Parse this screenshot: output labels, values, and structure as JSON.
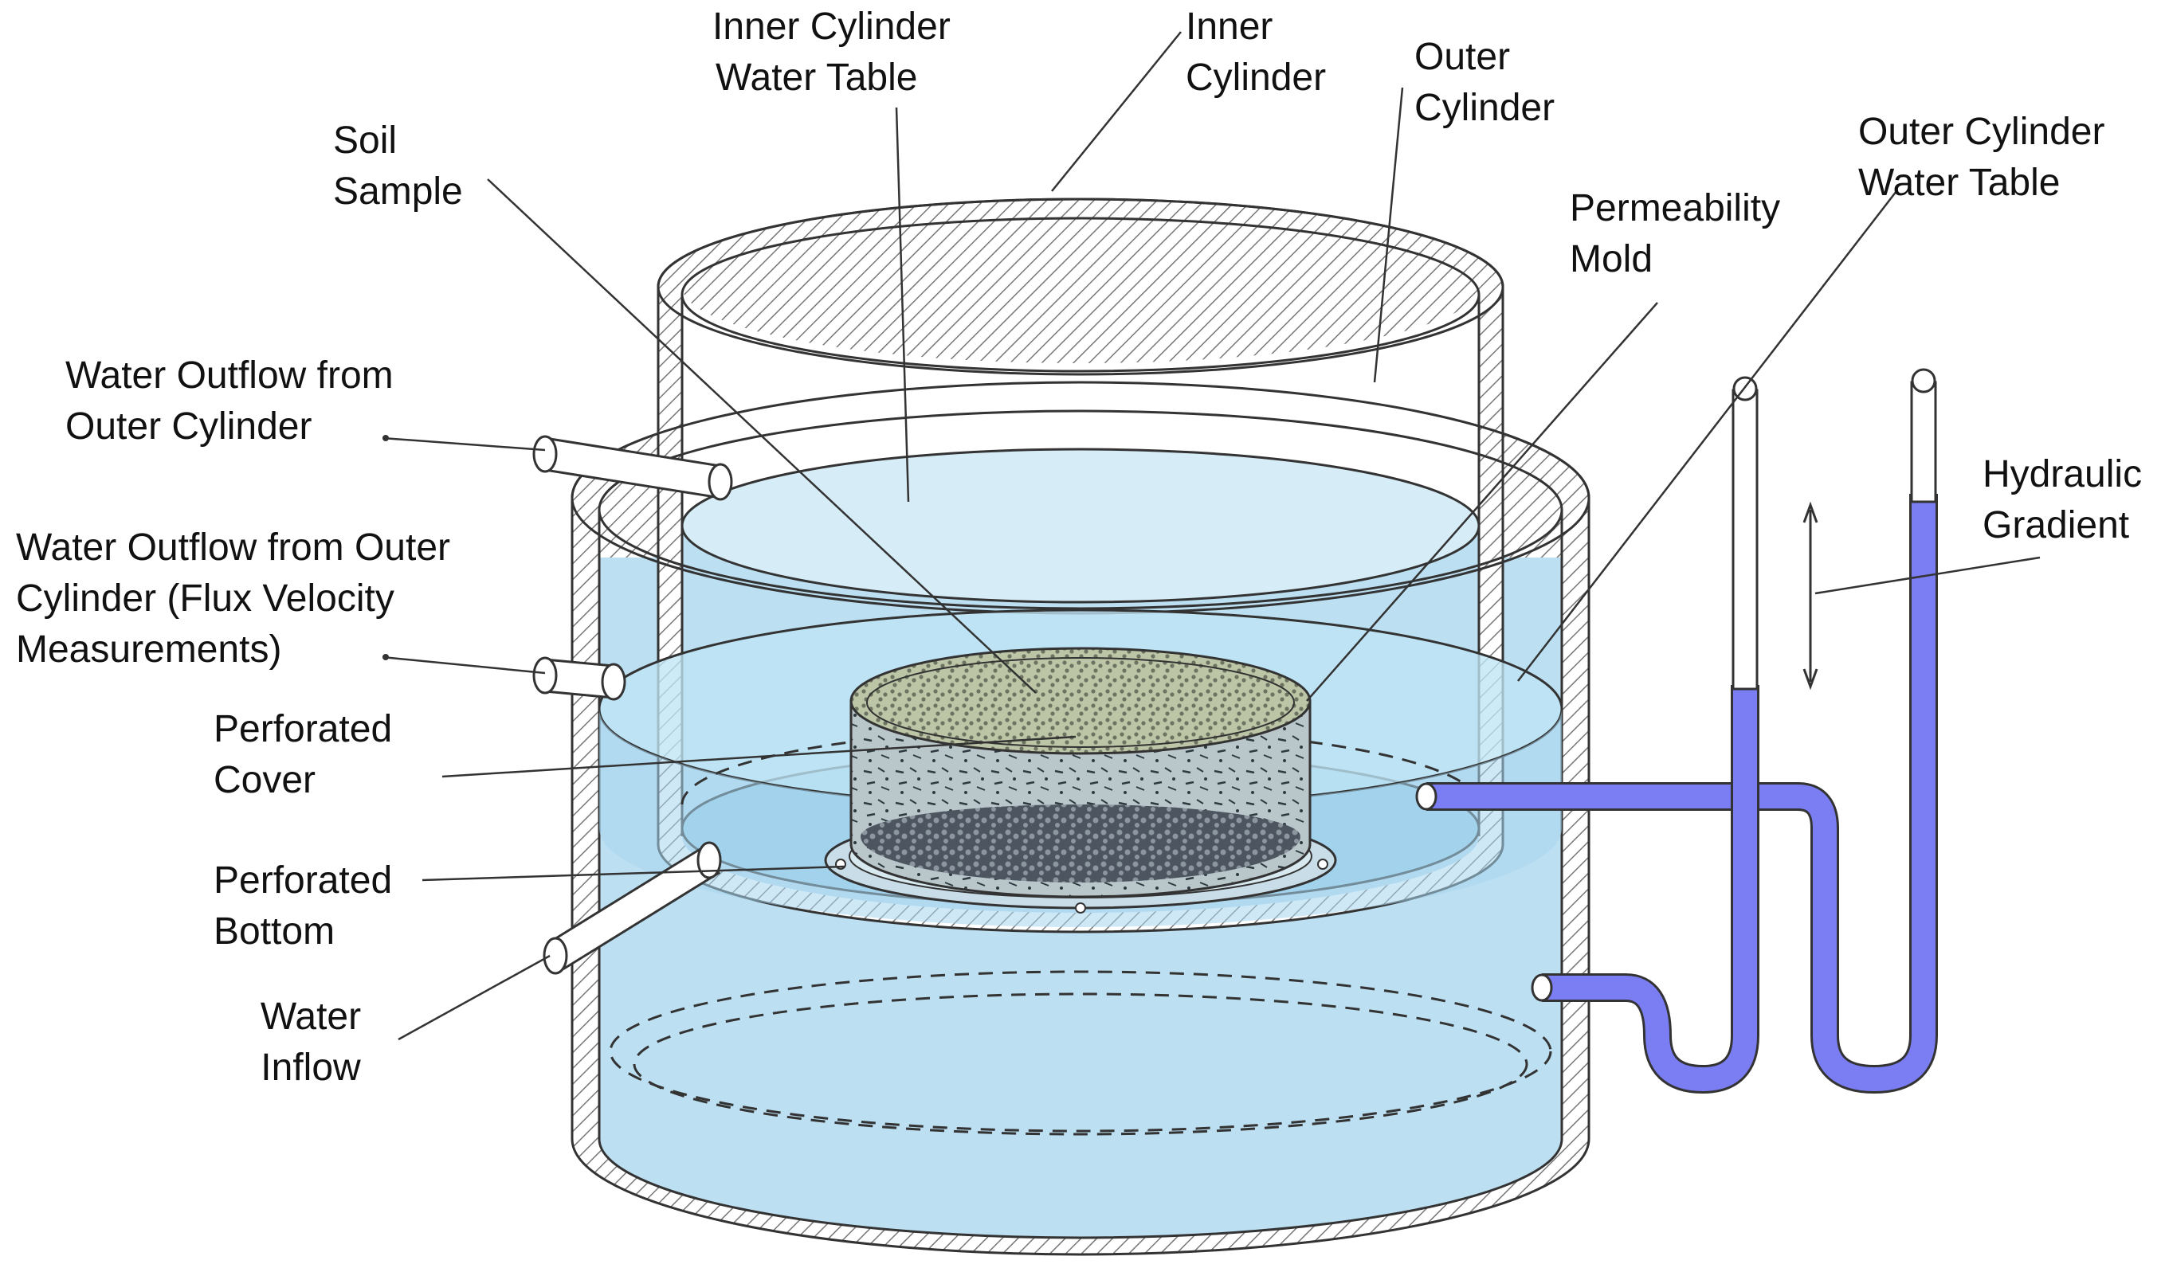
{
  "labels": {
    "inner_cylinder_water_table": [
      "Inner Cylinder",
      "Water Table"
    ],
    "inner_cylinder": [
      "Inner",
      "Cylinder"
    ],
    "outer_cylinder": [
      "Outer",
      "Cylinder"
    ],
    "outer_cylinder_water_table": [
      "Outer Cylinder",
      "Water Table"
    ],
    "soil_sample": [
      "Soil",
      "Sample"
    ],
    "permeability_mold": [
      "Permeability",
      "Mold"
    ],
    "water_outflow_outer": [
      "Water Outflow from",
      "Outer Cylinder"
    ],
    "water_outflow_flux": [
      "Water Outflow from Outer",
      "Cylinder (Flux Velocity",
      "Measurements)"
    ],
    "hydraulic_gradient": [
      "Hydraulic",
      "Gradient"
    ],
    "perforated_cover": [
      "Perforated",
      "Cover"
    ],
    "perforated_bottom": [
      "Perforated",
      "Bottom"
    ],
    "water_inflow": [
      "Water",
      "Inflow"
    ]
  },
  "colors": {
    "water_light": "#d6ecf7",
    "water_mid": "#bcdff2",
    "water_dark": "#9ccfe9",
    "manometer_fluid": "#7b7ef2",
    "soil_top": "#b9c2a4",
    "soil_side": "#b7c4c8",
    "gravel": "#4d5660",
    "outline": "#333333"
  },
  "icons": [
    "hydraulic-gradient-arrow-icon"
  ]
}
